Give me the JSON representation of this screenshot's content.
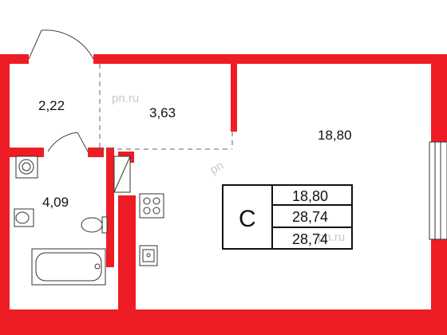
{
  "rooms": {
    "hall": "2,22",
    "corridor": "3,63",
    "living": "18,80",
    "bathroom": "4,09"
  },
  "info": {
    "type_letter": "C",
    "living_area": "18,80",
    "total_area": "28,74",
    "total_area_2": "28,74"
  },
  "watermarks": {
    "site": "pn.ru",
    "site_2": "pn.ru",
    "mark": "pn"
  },
  "colors": {
    "wall": "#ee1c24",
    "line": "#333333"
  }
}
